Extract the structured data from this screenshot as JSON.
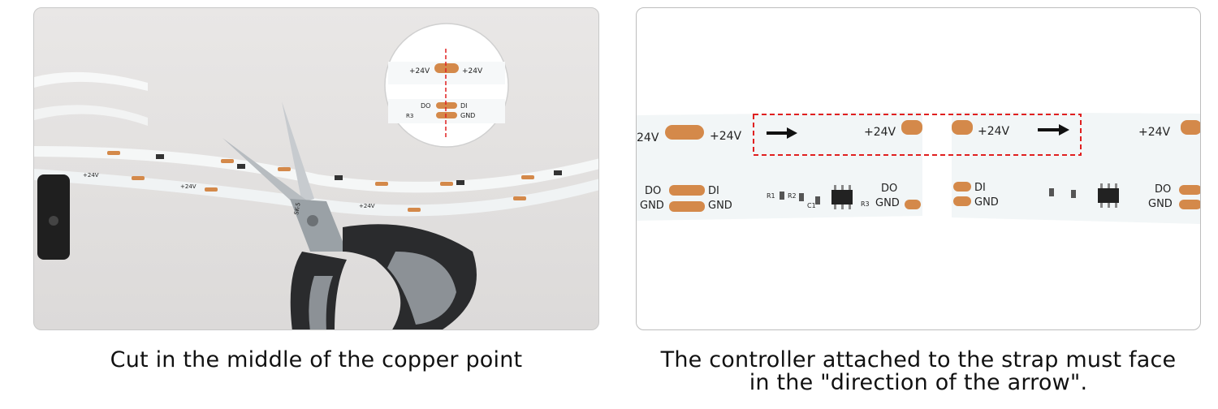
{
  "left_panel": {
    "caption": "Cut in the middle of the copper point",
    "inset": {
      "top_label_left": "+24V",
      "top_label_right": "+24V",
      "do": "DO",
      "di": "DI",
      "gnd": "GND",
      "r": "R3"
    },
    "strip": {
      "v1": "+24V",
      "v2": "+24V",
      "v3": "+24V"
    },
    "scissors_text": "SK-5"
  },
  "right_panel": {
    "caption_line1": "The controller attached to the strap must face",
    "caption_line2": "in the \"direction of the arrow\".",
    "strip": {
      "v_edge": "24V",
      "v_a": "+24V",
      "v_b": "+24V",
      "v_c": "+24V",
      "v_d": "+24V",
      "do_a": "DO",
      "di_a": "DI",
      "gnd_a": "GND",
      "gnd_b": "GND",
      "do_b": "DO",
      "gnd_c": "GND",
      "di_b": "DI",
      "gnd_d": "GND",
      "do_c": "DO",
      "gnd_e": "GND",
      "r1": "R1",
      "r2": "R2",
      "c1": "C1",
      "r3": "R3"
    }
  },
  "colors": {
    "copper": "#d4894a",
    "highlight_red": "#e02020",
    "strip": "#f3f6f7"
  }
}
